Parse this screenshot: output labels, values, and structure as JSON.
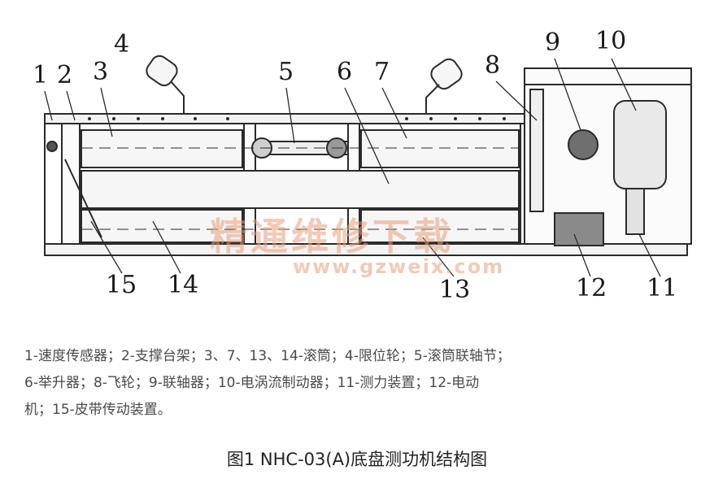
{
  "callouts": [
    "1",
    "2",
    "3",
    "4",
    "5",
    "6",
    "7",
    "8",
    "9",
    "10",
    "11",
    "12",
    "13",
    "14",
    "15"
  ],
  "legend": {
    "line1": "1-速度传感器；2-支撑台架；3、7、13、14-滚筒；4-限位轮；5-滚筒联轴节；",
    "line2": "6-举升器；8-飞轮；9-联轴器；10-电涡流制动器；11-测力装置；12-电动",
    "line3": "机；15-皮带传动装置。"
  },
  "caption": "图1 NHC-03(A)底盘测功机结构图",
  "watermark": {
    "text": "精通维修下载",
    "url": "www.gzweix.com"
  },
  "colors": {
    "line": "#2a2a2a",
    "fill": "#f3f3f3",
    "watermark": "#e8a07c"
  }
}
